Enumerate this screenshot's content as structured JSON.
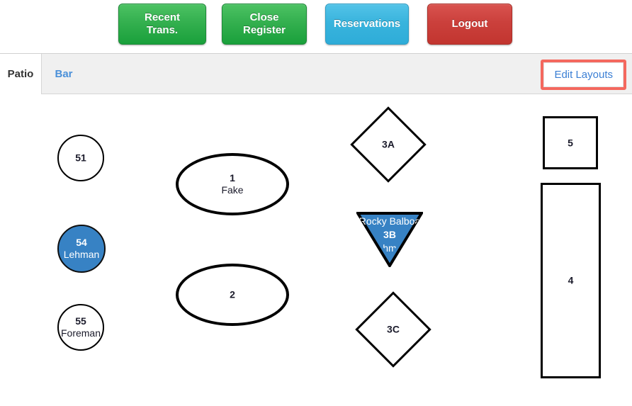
{
  "toolbar": {
    "buttons": [
      {
        "id": "recent-transactions",
        "lines": [
          "Recent",
          "Trans."
        ],
        "color": "#34b04f",
        "style": "green"
      },
      {
        "id": "close-register",
        "lines": [
          "Close",
          "Register"
        ],
        "color": "#34b04f",
        "style": "green"
      },
      {
        "id": "reservations",
        "lines": [
          "Reservations"
        ],
        "color": "#39b4dd",
        "style": "blue"
      },
      {
        "id": "logout",
        "lines": [
          "Logout"
        ],
        "color": "#cb403c",
        "style": "red"
      }
    ]
  },
  "tabs": {
    "items": [
      {
        "label": "Patio",
        "active": true
      },
      {
        "label": "Bar",
        "active": false
      }
    ],
    "edit_layouts_label": "Edit Layouts",
    "edit_layouts_highlight_color": "#f4685e",
    "link_color": "#4a90d9"
  },
  "floorplan": {
    "occupied_fill": "#3782c4",
    "vacant_fill": "#ffffff",
    "outline_color": "#000000",
    "tables": [
      {
        "id": "t51",
        "number": "51",
        "party": "",
        "shape": "circle",
        "occupied": false
      },
      {
        "id": "t54",
        "number": "54",
        "party": "Lehman",
        "shape": "circle",
        "occupied": true
      },
      {
        "id": "t55",
        "number": "55",
        "party": "Foreman",
        "shape": "circle",
        "occupied": false
      },
      {
        "id": "t1",
        "number": "1",
        "party": "Fake",
        "shape": "ellipse",
        "occupied": false
      },
      {
        "id": "t2",
        "number": "2",
        "party": "",
        "shape": "ellipse",
        "occupied": false
      },
      {
        "id": "t3a",
        "number": "3A",
        "party": "",
        "shape": "diamond",
        "occupied": false
      },
      {
        "id": "t3b",
        "number": "3B",
        "party": "Lehman",
        "reservation": "Rocky Balboa",
        "shape": "triangle",
        "occupied": true
      },
      {
        "id": "t3c",
        "number": "3C",
        "party": "",
        "shape": "diamond",
        "occupied": false
      },
      {
        "id": "t5",
        "number": "5",
        "party": "",
        "shape": "rect",
        "occupied": false
      },
      {
        "id": "t4",
        "number": "4",
        "party": "",
        "shape": "rect-tall",
        "occupied": false
      }
    ]
  }
}
